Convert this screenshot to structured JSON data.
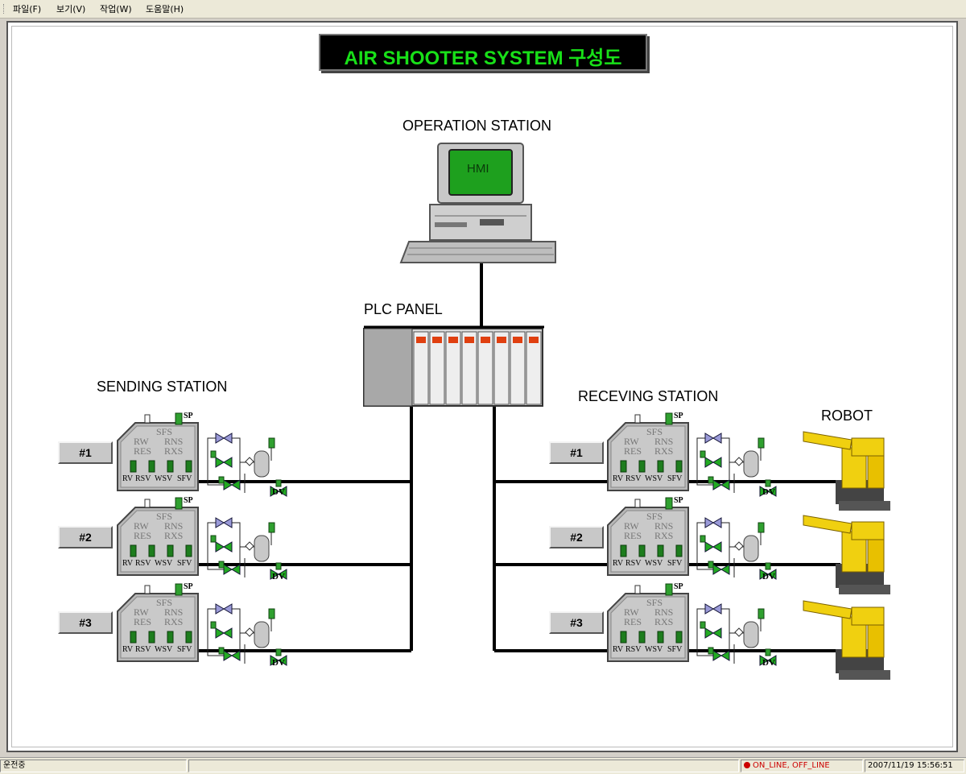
{
  "menu": [
    "파일(F)",
    "보기(V)",
    "작업(W)",
    "도움말(H)"
  ],
  "title": "AIR SHOOTER SYSTEM 구성도",
  "labels": {
    "operation_station": "OPERATION STATION",
    "hmi": "HMI",
    "plc_panel": "PLC PANEL",
    "sending_station": "SENDING STATION",
    "receiving_station": "RECEVING STATION",
    "robot": "ROBOT"
  },
  "station_buttons": [
    "#1",
    "#2",
    "#3"
  ],
  "unit_labels": {
    "sfs": "SFS",
    "rw": "RW",
    "res": "RES",
    "rns": "RNS",
    "rxs": "RXS",
    "rv": "RV",
    "rsv": "RSV",
    "wsv": "WSV",
    "sfv": "SFV",
    "sp": "SP",
    "dv": "DV"
  },
  "status": {
    "mode": "운전중",
    "connection": "ON_LINE, OFF_LINE",
    "datetime": "2007/11/19 15:56:51"
  },
  "colors": {
    "title_text": "#18e018",
    "valve_green": "#22aa22",
    "online_red": "#cc0000"
  }
}
